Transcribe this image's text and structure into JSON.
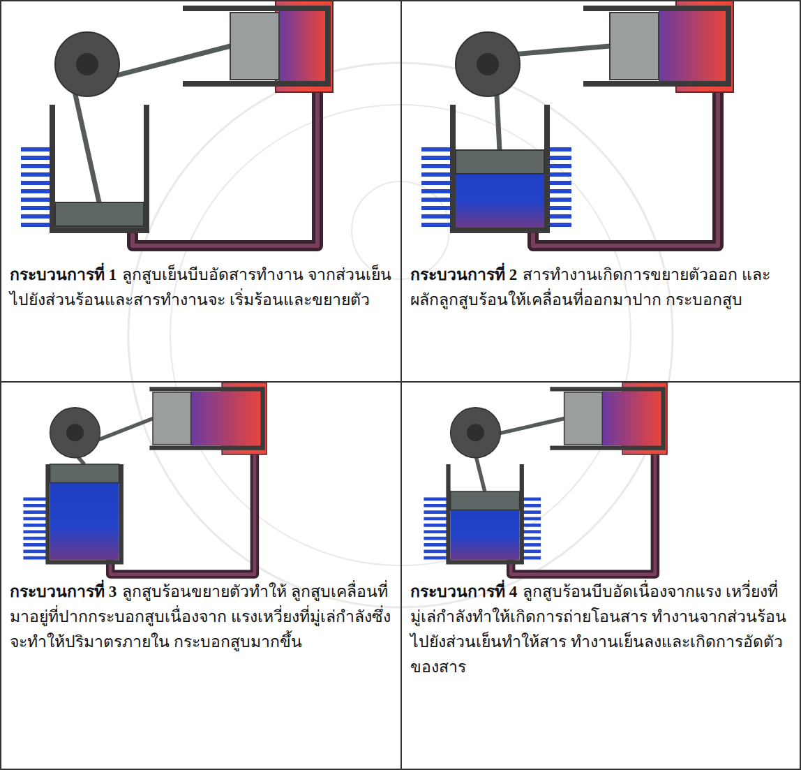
{
  "diagram": {
    "nodes": [
      {
        "text": [
          "กระบวนการที่ 1",
          "ลูกสูบเย็นบีบอัดสารทำงาน จากส่วนเย็นไปยังส่วนร้อนและสารทำงานจะ เริ่มร้อนและขยายตัว"
        ]
      },
      {
        "text": [
          "กระบวนการที่ 2",
          "สารทำงานเกิดการขยายตัวออก และผลักลูกสูบร้อนให้เคลื่อนที่ออกมาปาก กระบอกสูบ"
        ]
      },
      {
        "text": [
          "กระบวนการที่ 3",
          "ลูกสูบร้อนขยายตัวทำให้ ลูกสูบเคลื่อนที่มาอยู่ที่ปากกระบอกสูบเนื่องจาก แรงเหวี่ยงที่มู่เล่กำลังซึ่งจะทำให้ปริมาตรภายใน กระบอกสูบมากขึ้น"
        ]
      },
      {
        "text": [
          "กระบวนการที่ 4",
          "ลูกสูบร้อนบีบอัดเนื่องจากแรง เหวี่ยงที่มู่เล่กำลังทำให้เกิดการถ่ายโอนสาร ทำงานจากส่วนร้อนไปยังส่วนเย็นทำให้สาร ทำงานเย็นลงและเกิดการอัดตัวของสาร"
        ]
      }
    ]
  }
}
